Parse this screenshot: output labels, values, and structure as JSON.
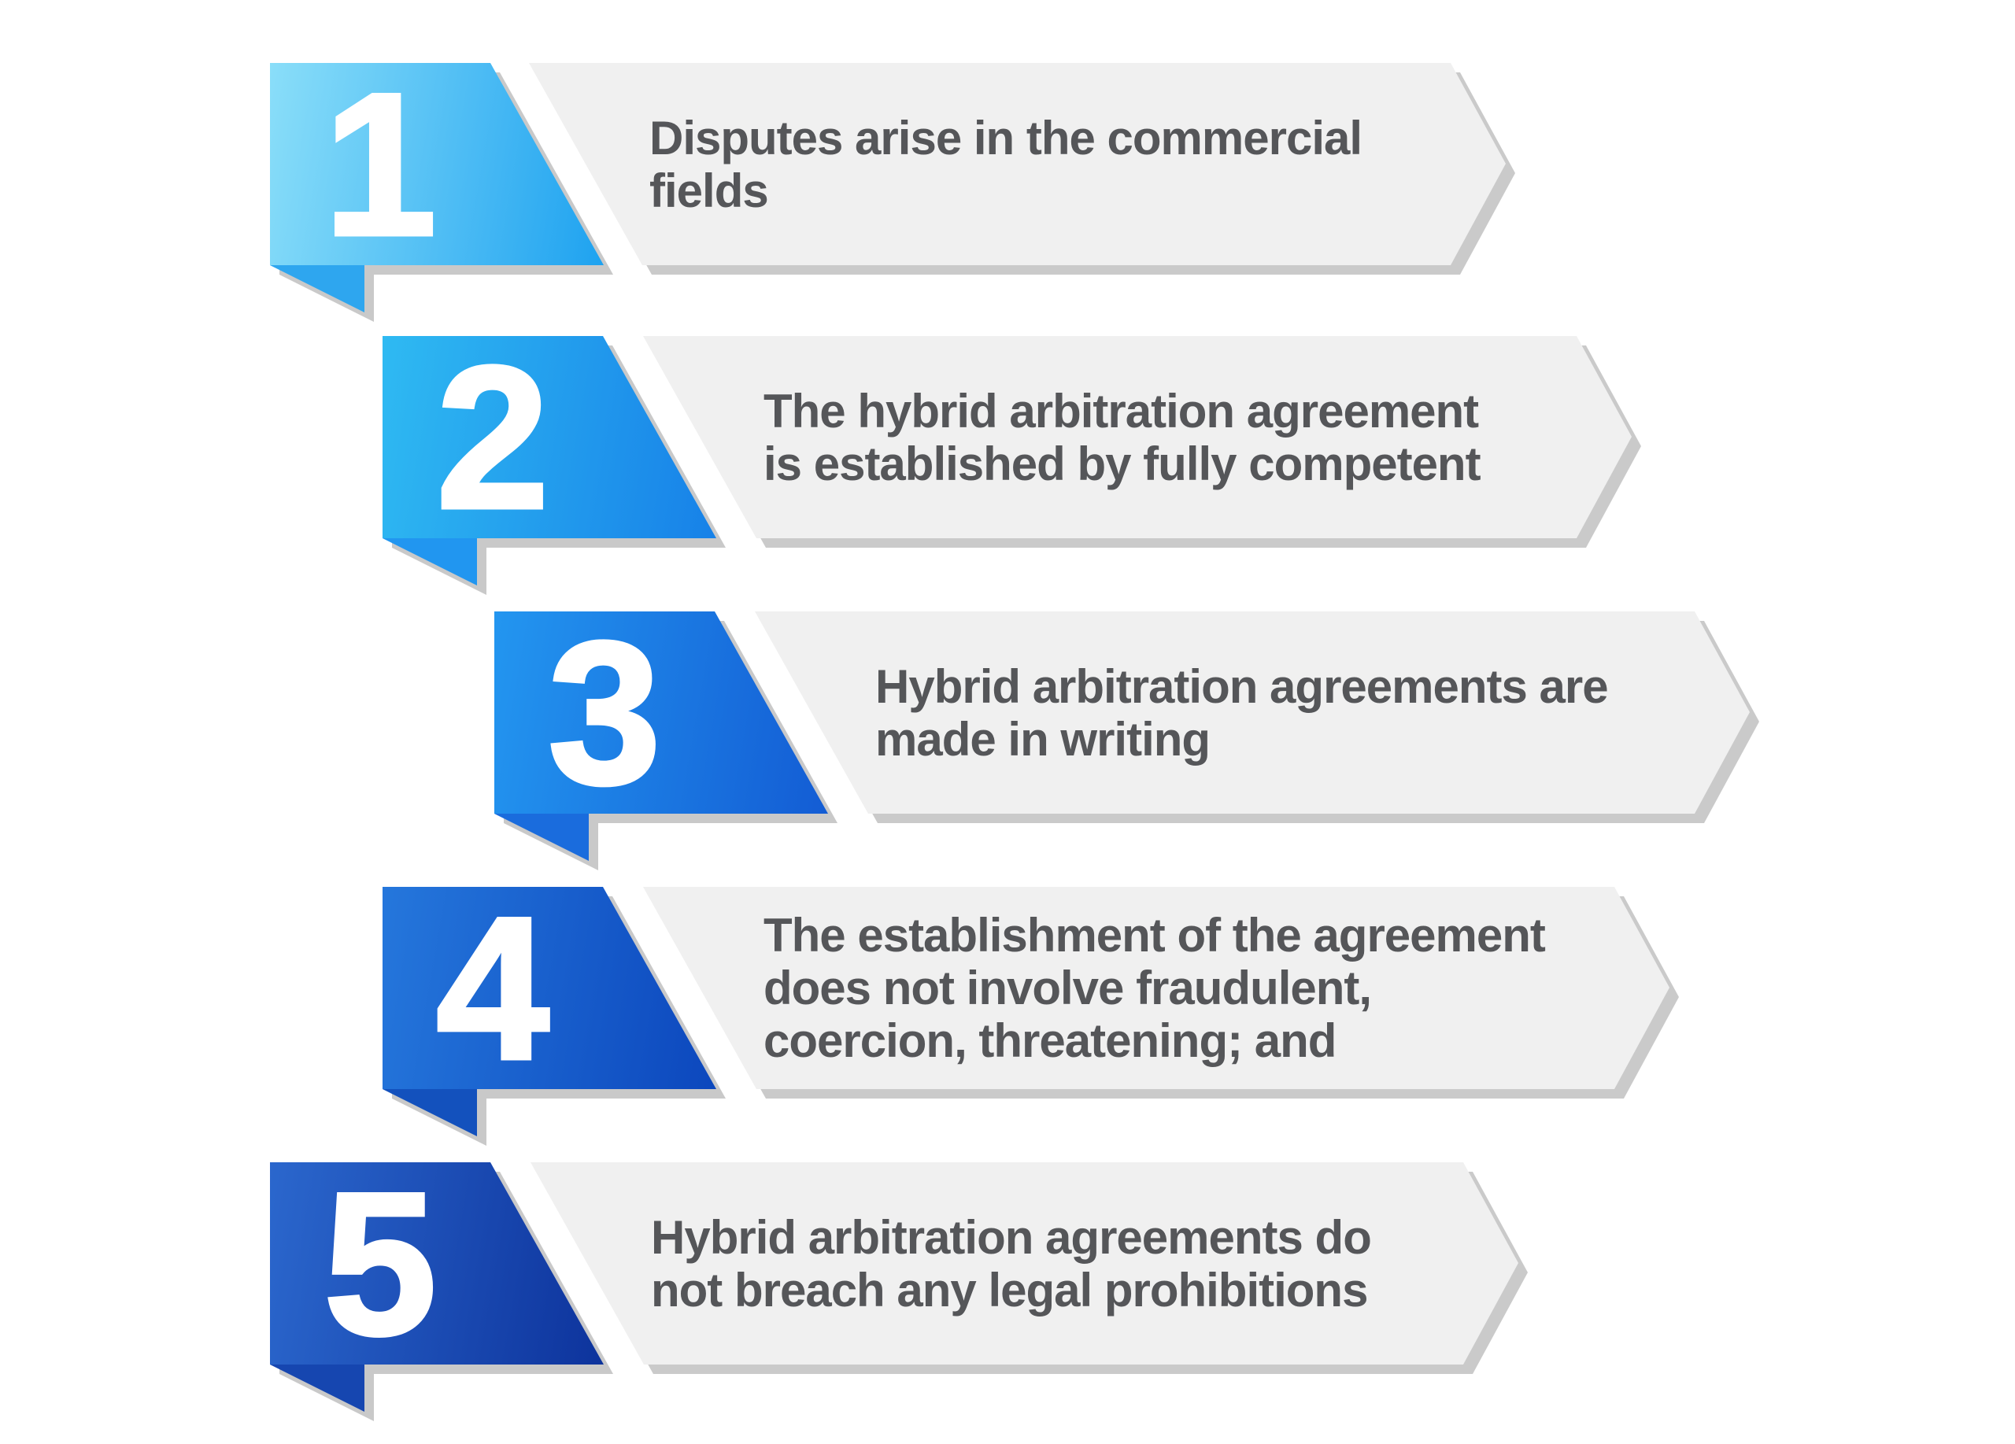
{
  "page": {
    "background": "#ffffff",
    "banner_fill": "#f0f0f0",
    "text_color": "#555659",
    "shadow_color": "#c9c9c9",
    "number_color": "#ffffff"
  },
  "steps": [
    {
      "number": "1",
      "text": "Disputes arise in the commercial\nfields",
      "ribbon_from": "#8adef9",
      "ribbon_to": "#1ea2f0",
      "fold_color": "#2ea6ef"
    },
    {
      "number": "2",
      "text": "The hybrid arbitration agreement\nis established by fully competent",
      "ribbon_from": "#2fbaf2",
      "ribbon_to": "#1781e8",
      "fold_color": "#2196f0"
    },
    {
      "number": "3",
      "text": "Hybrid arbitration agreements are\nmade in writing",
      "ribbon_from": "#2396f0",
      "ribbon_to": "#135cd4",
      "fold_color": "#1a6cdd"
    },
    {
      "number": "4",
      "text": "The establishment of the agreement\ndoes not involve fraudulent,\ncoercion, threatening; and",
      "ribbon_from": "#2577dc",
      "ribbon_to": "#0c47bd",
      "fold_color": "#1351bd"
    },
    {
      "number": "5",
      "text": "Hybrid arbitration agreements do\nnot breach any legal prohibitions",
      "ribbon_from": "#2b67cd",
      "ribbon_to": "#0d339c",
      "fold_color": "#1646b0"
    }
  ]
}
